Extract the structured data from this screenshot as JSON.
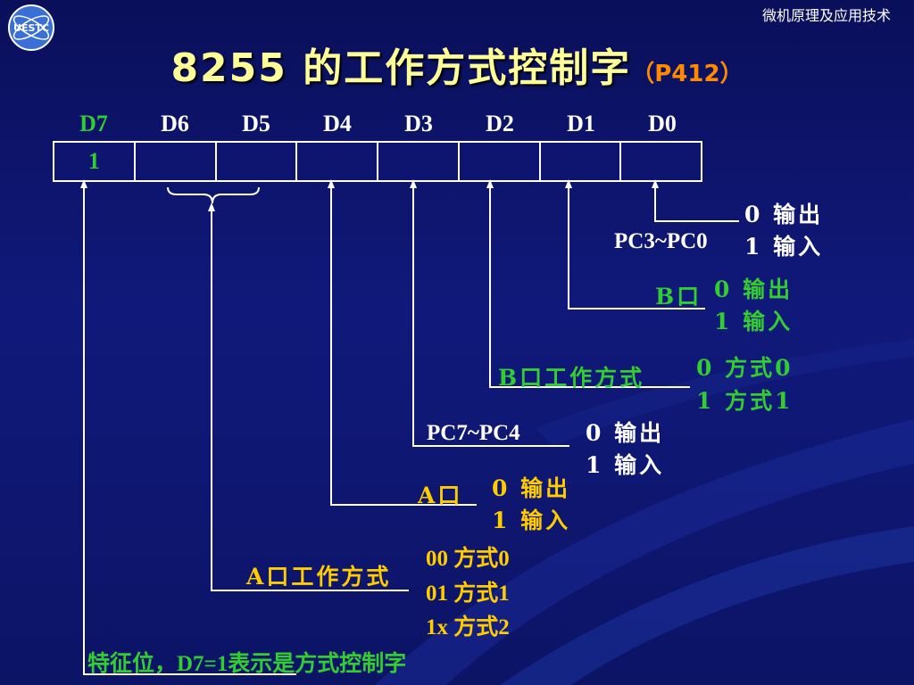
{
  "course_title": "微机原理及应用技术",
  "logo_text": "UESTC",
  "title": {
    "main": "8255 的工作方式控制字",
    "page_ref": "（P412）"
  },
  "register": {
    "bits": [
      "D7",
      "D6",
      "D5",
      "D4",
      "D3",
      "D2",
      "D1",
      "D0"
    ],
    "values": [
      "1",
      "",
      "",
      "",
      "",
      "",
      "",
      ""
    ]
  },
  "fields": {
    "d0": {
      "label": "PC3~PC0",
      "opt0": "0 输出",
      "opt1": "1 输入"
    },
    "d1": {
      "label": "B口",
      "opt0": "0 输出",
      "opt1": "1  输入"
    },
    "d2": {
      "label": "B口工作方式",
      "opt0": "0 方式0",
      "opt1": "1 方式1"
    },
    "d3": {
      "label": "PC7~PC4",
      "opt0": "0 输出",
      "opt1": "1 输入"
    },
    "d4": {
      "label": "A口",
      "opt0": "0 输出",
      "opt1": "1 输入"
    },
    "d65": {
      "label": "A口工作方式",
      "opt00": "00  方式0",
      "opt01": "01  方式1",
      "opt1x": "1x  方式2"
    },
    "d7": {
      "label": "特征位，D7=1表示是方式控制字"
    }
  },
  "colors": {
    "title": "#ffff99",
    "page_ref": "#ff8a00",
    "green": "#33cc33",
    "gold": "#ffcc00",
    "white": "#ffffff",
    "background": "#10197a"
  }
}
